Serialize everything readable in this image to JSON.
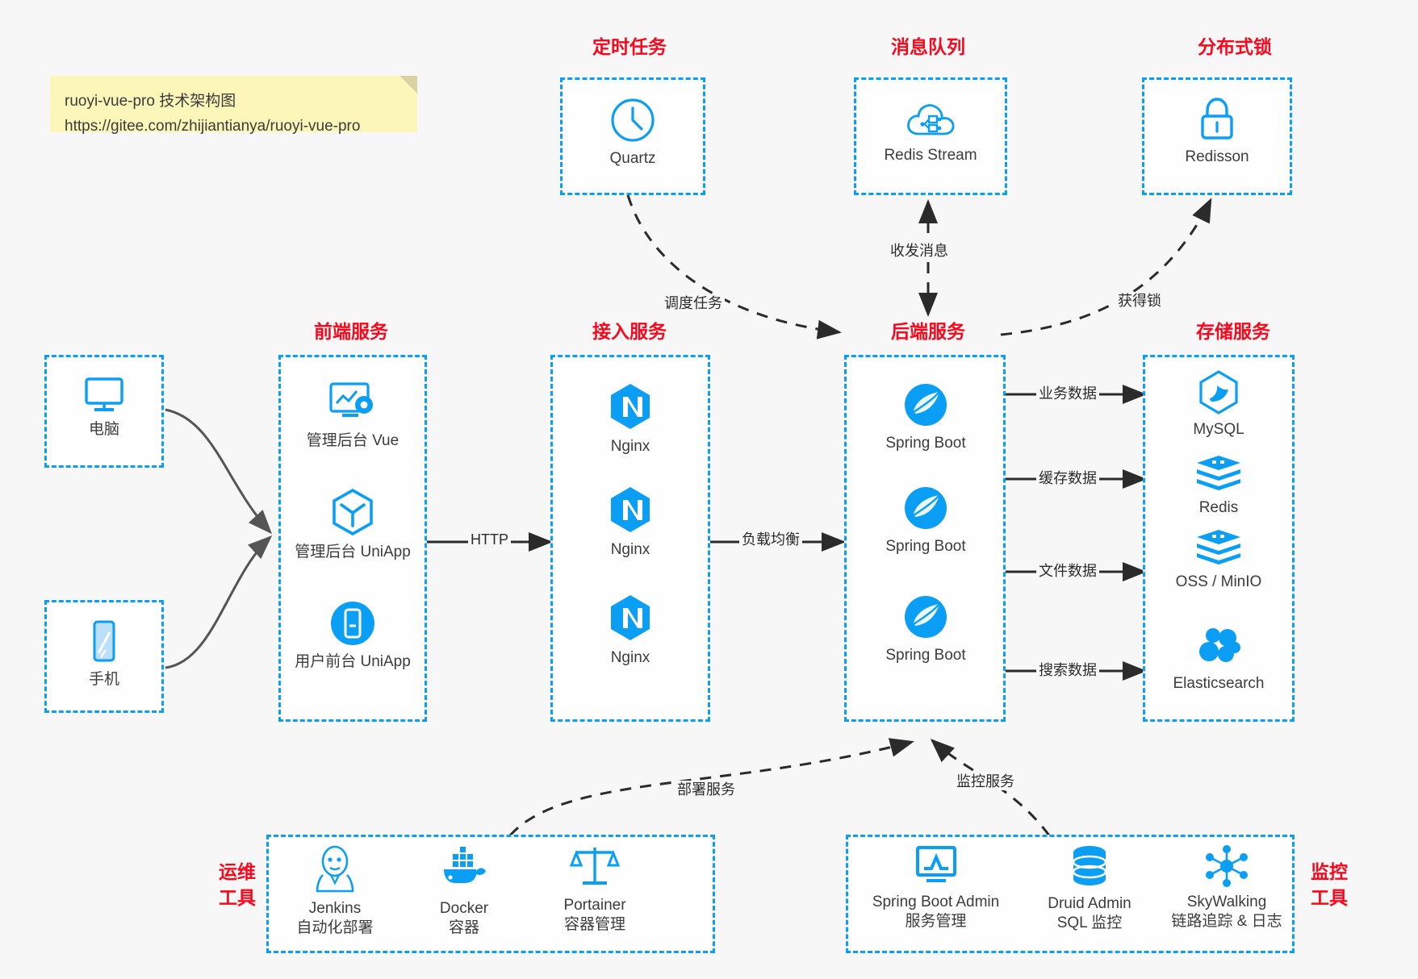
{
  "note": {
    "line1": "ruoyi-vue-pro 技术架构图",
    "line2": "https://gitee.com/zhijiantianya/ruoyi-vue-pro"
  },
  "groups": {
    "scheduled_task": "定时任务",
    "message_queue": "消息队列",
    "distributed_lock": "分布式锁",
    "frontend_service": "前端服务",
    "access_service": "接入服务",
    "backend_service": "后端服务",
    "storage_service": "存储服务",
    "devops_tools_line1": "运维",
    "devops_tools_line2": "工具",
    "monitor_tools_line1": "监控",
    "monitor_tools_line2": "工具"
  },
  "nodes": {
    "quartz": "Quartz",
    "redis_stream": "Redis Stream",
    "redisson": "Redisson",
    "computer": "电脑",
    "phone": "手机",
    "admin_vue": "管理后台 Vue",
    "admin_uniapp": "管理后台 UniApp",
    "user_uniapp": "用户前台 UniApp",
    "nginx1": "Nginx",
    "nginx2": "Nginx",
    "nginx3": "Nginx",
    "springboot1": "Spring Boot",
    "springboot2": "Spring Boot",
    "springboot3": "Spring Boot",
    "mysql": "MySQL",
    "redis": "Redis",
    "oss_minio": "OSS / MinIO",
    "elasticsearch": "Elasticsearch",
    "jenkins_name": "Jenkins",
    "jenkins_desc": "自动化部署",
    "docker_name": "Docker",
    "docker_desc": "容器",
    "portainer_name": "Portainer",
    "portainer_desc": "容器管理",
    "sba_name": "Spring Boot Admin",
    "sba_desc": "服务管理",
    "druid_name": "Druid Admin",
    "druid_desc": "SQL 监控",
    "skywalking_name": "SkyWalking",
    "skywalking_desc": "链路追踪 & 日志"
  },
  "edges": {
    "schedule_task": "调度任务",
    "send_receive_message": "收发消息",
    "acquire_lock": "获得锁",
    "http": "HTTP",
    "load_balance": "负载均衡",
    "business_data": "业务数据",
    "cache_data": "缓存数据",
    "file_data": "文件数据",
    "search_data": "搜索数据",
    "deploy_service": "部署服务",
    "monitor_service": "监控服务"
  },
  "colors": {
    "accent_blue": "#0a9ef5",
    "title_red": "#f8081c",
    "background": "#f7f7f7",
    "note_yellow": "#fcf6b8",
    "edge_gray": "#4a4a4a"
  }
}
